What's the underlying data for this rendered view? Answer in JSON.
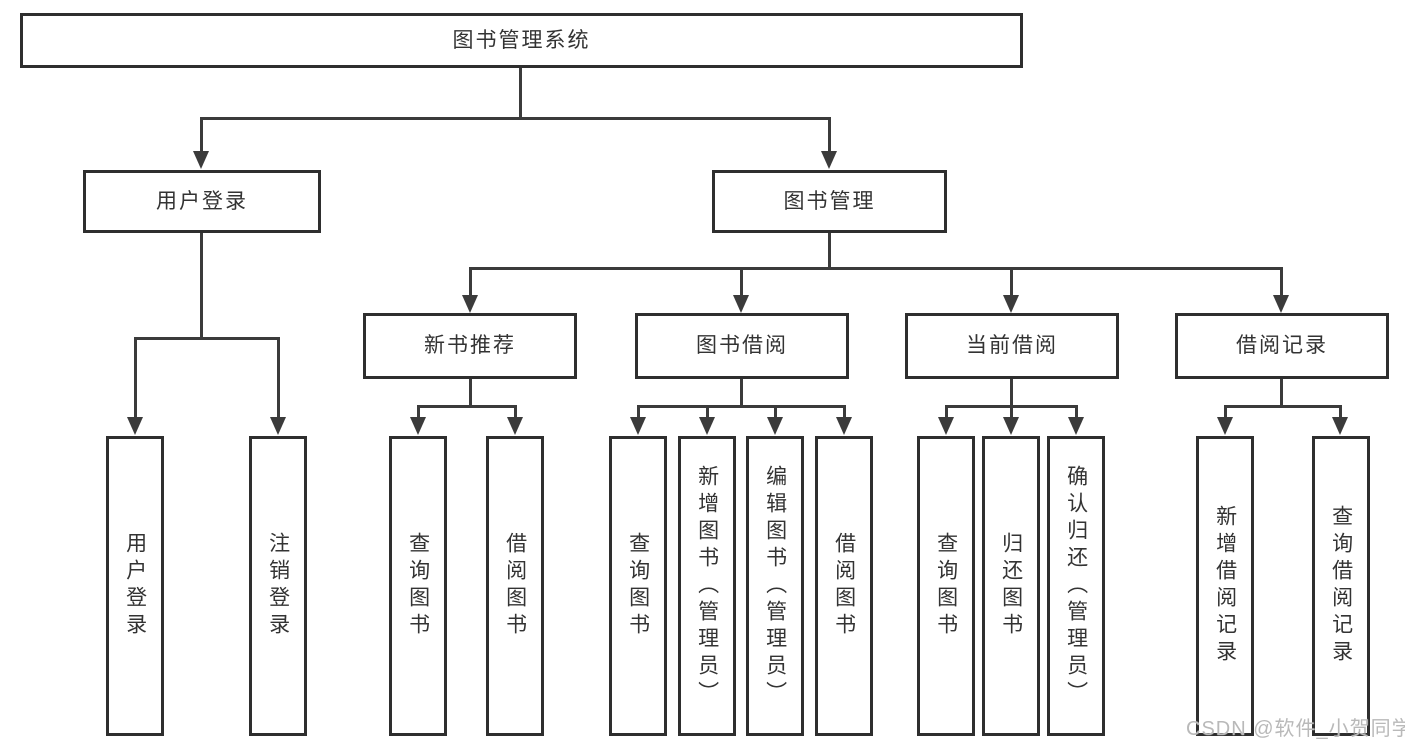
{
  "nodes": {
    "root": "图书管理系统",
    "user_login": "用户登录",
    "book_mgmt": "图书管理",
    "new_book": "新书推荐",
    "book_borrow": "图书借阅",
    "current_borrow": "当前借阅",
    "borrow_record": "借阅记录",
    "leaves": {
      "user_login": [
        "用户登录",
        "注销登录"
      ],
      "new_book": [
        "查询图书",
        "借阅图书"
      ],
      "book_borrow": [
        "查询图书",
        "新增图书（管理员）",
        "编辑图书（管理员）",
        "借阅图书"
      ],
      "current_borrow": [
        "查询图书",
        "归还图书",
        "确认归还（管理员）"
      ],
      "borrow_record": [
        "新增借阅记录",
        "查询借阅记录"
      ]
    }
  },
  "watermark": "CSDN @软件_小贺同学",
  "colors": {
    "line": "#3b3b3b",
    "box_border": "#2e2e2e",
    "text": "#333333",
    "watermark": "#b9b9b9",
    "background": "#ffffff"
  }
}
